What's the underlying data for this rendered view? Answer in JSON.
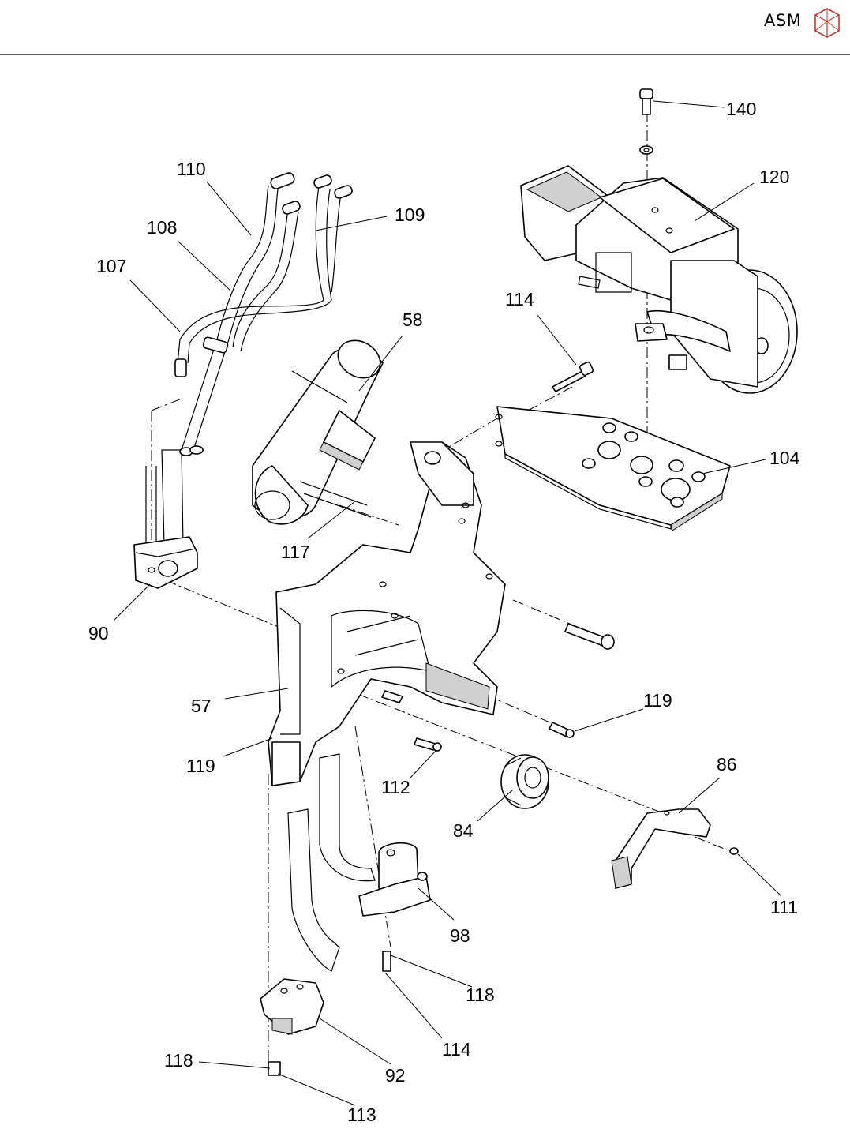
{
  "header": {
    "brand": "ASM"
  },
  "labels": {
    "l140": "140",
    "l120": "120",
    "l110": "110",
    "l109": "109",
    "l108": "108",
    "l107": "107",
    "l114a": "114",
    "l58": "58",
    "l104": "104",
    "l117": "117",
    "l90": "90",
    "l57": "57",
    "l119a": "119",
    "l119b": "119",
    "l112": "112",
    "l86": "86",
    "l84": "84",
    "l111": "111",
    "l98": "98",
    "l118a": "118",
    "l114b": "114",
    "l118b": "118",
    "l92": "92",
    "l113": "113"
  },
  "colors": {
    "line": "#000000",
    "background": "#ffffff",
    "logo": "#c0392b"
  }
}
